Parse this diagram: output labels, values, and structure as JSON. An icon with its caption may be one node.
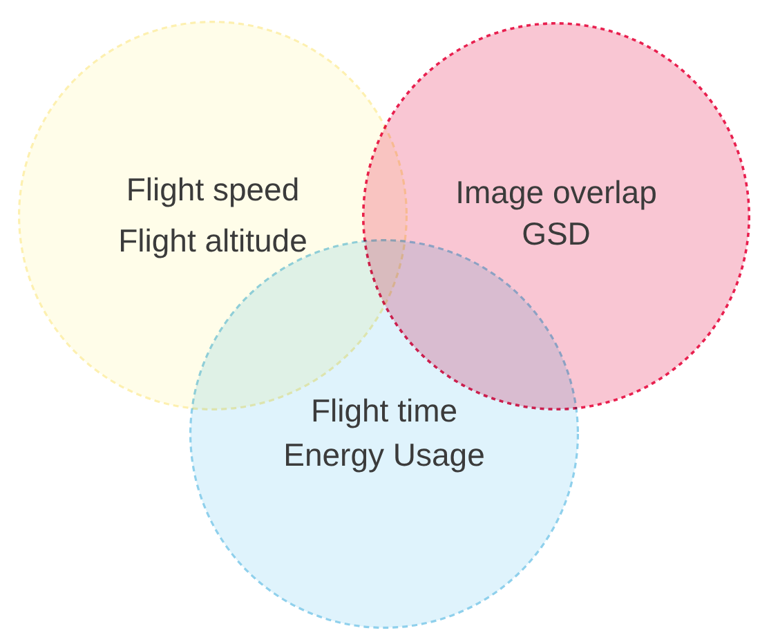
{
  "diagram": {
    "nodes": [
      {
        "text": [
          "Flight speed",
          "Flight altitude"
        ]
      },
      {
        "text": [
          "Image overlap",
          "GSD"
        ]
      },
      {
        "text": [
          "Flight time",
          "Energy Usage"
        ]
      }
    ]
  }
}
